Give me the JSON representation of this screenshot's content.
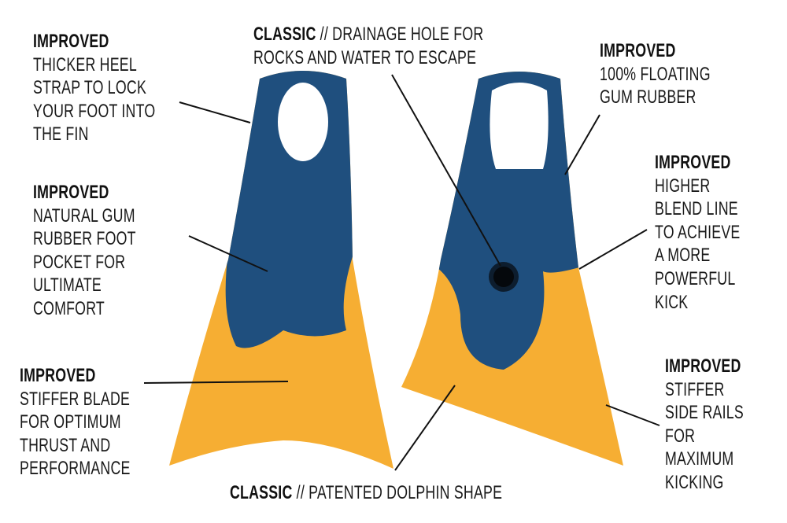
{
  "colors": {
    "blue": "#1f4f7e",
    "orange": "#f6ae33",
    "text": "#1a1a1a"
  },
  "callouts": [
    {
      "heading": "IMPROVED",
      "heading_suffix": "",
      "lines": [
        "THICKER HEEL",
        "STRAP TO LOCK",
        "YOUR FOOT INTO",
        "THE FIN"
      ]
    },
    {
      "heading": "IMPROVED",
      "heading_suffix": "",
      "lines": [
        "NATURAL GUM",
        "RUBBER FOOT",
        "POCKET FOR",
        "ULTIMATE",
        "COMFORT"
      ]
    },
    {
      "heading": "IMPROVED",
      "heading_suffix": "",
      "lines": [
        "STIFFER BLADE",
        "FOR OPTIMUM",
        "THRUST AND",
        "PERFORMANCE"
      ]
    },
    {
      "heading": "CLASSIC",
      "heading_suffix": " // DRAINAGE HOLE FOR",
      "lines": [
        "ROCKS AND WATER TO ESCAPE"
      ]
    },
    {
      "heading": "IMPROVED",
      "heading_suffix": "",
      "lines": [
        "100% FLOATING",
        "GUM RUBBER"
      ]
    },
    {
      "heading": "IMPROVED",
      "heading_suffix": "",
      "lines": [
        "HIGHER",
        "BLEND LINE",
        "TO ACHIEVE",
        "A MORE",
        "POWERFUL",
        "KICK"
      ]
    },
    {
      "heading": "IMPROVED",
      "heading_suffix": "",
      "lines": [
        "STIFFER",
        "SIDE RAILS",
        "FOR",
        "MAXIMUM",
        "KICKING"
      ]
    },
    {
      "heading": "CLASSIC",
      "heading_suffix": " // PATENTED DOLPHIN SHAPE",
      "lines": []
    }
  ]
}
